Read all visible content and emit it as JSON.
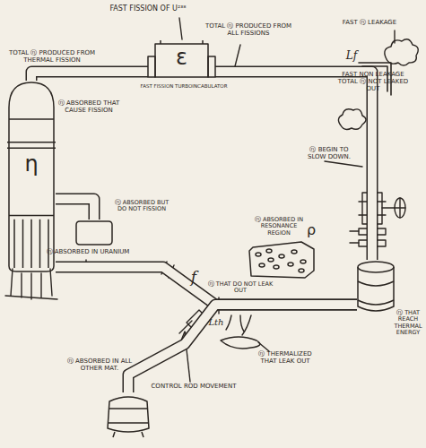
{
  "diagram": {
    "nodes": [
      {
        "text": [
          "ⓝ ABSORBED THAT CAUSE FISSION",
          "η"
        ]
      },
      {
        "text": [
          "ⓝ ABSORBED BUT DO NOT FISSION"
        ]
      },
      {
        "text": [
          "ε"
        ]
      },
      {
        "text": [
          "ⓝ ABSORBED IN RESONANCE REGION",
          "ρ"
        ]
      },
      {
        "text": [
          "ⓝ THAT REACH THERMAL ENERGY"
        ]
      },
      {
        "text": [
          "ⓝ ABSORBED IN ALL OTHER MAT."
        ]
      }
    ],
    "edges": [
      {
        "from": 0,
        "to": 2,
        "arrow": "none"
      },
      {
        "from": 2,
        "to": 4,
        "arrow": "none"
      },
      {
        "from": 4,
        "to": 0,
        "arrow": "none"
      },
      {
        "from": 4,
        "to": 5,
        "arrow": "none"
      },
      {
        "from": 0,
        "to": 1,
        "arrow": "none"
      }
    ],
    "labels": [
      "FAST FISSION OF U²³⁸",
      "TOTAL ⓝ PRODUCED FROM ALL FISSIONS",
      "FAST ⓝ LEAKAGE",
      "Lf",
      "FAST NON LEAKAGE TOTAL ⓝ NOT LEAKED OUT",
      "TOTAL ⓝ PRODUCED FROM THERMAL FISSION",
      "FAST FISSION TURBOINCABULATOR",
      "ⓝ BEGIN TO SLOW DOWN.",
      "ⓝ ABSORBED IN URANIUM",
      "f",
      "ⓝ THAT DO NOT LEAK OUT",
      "Lth",
      "ⓝ THERMALIZED THAT LEAK OUT",
      "CONTROL ROD MOVEMENT"
    ]
  }
}
